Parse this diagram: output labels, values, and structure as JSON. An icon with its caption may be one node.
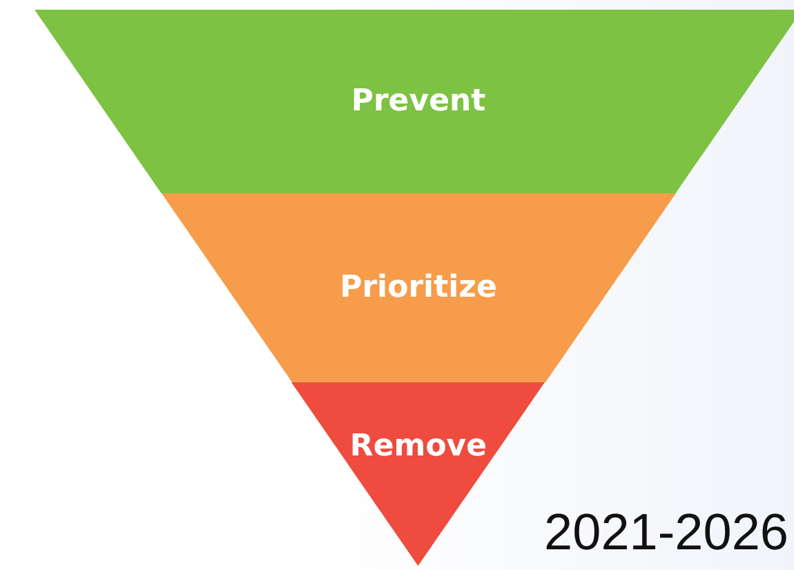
{
  "diagram": {
    "nodes": [
      {
        "text": [
          "Prevent"
        ]
      },
      {
        "text": [
          "Prioritize"
        ]
      },
      {
        "text": [
          "Remove"
        ]
      }
    ],
    "labels": [
      "2021-2026"
    ]
  }
}
